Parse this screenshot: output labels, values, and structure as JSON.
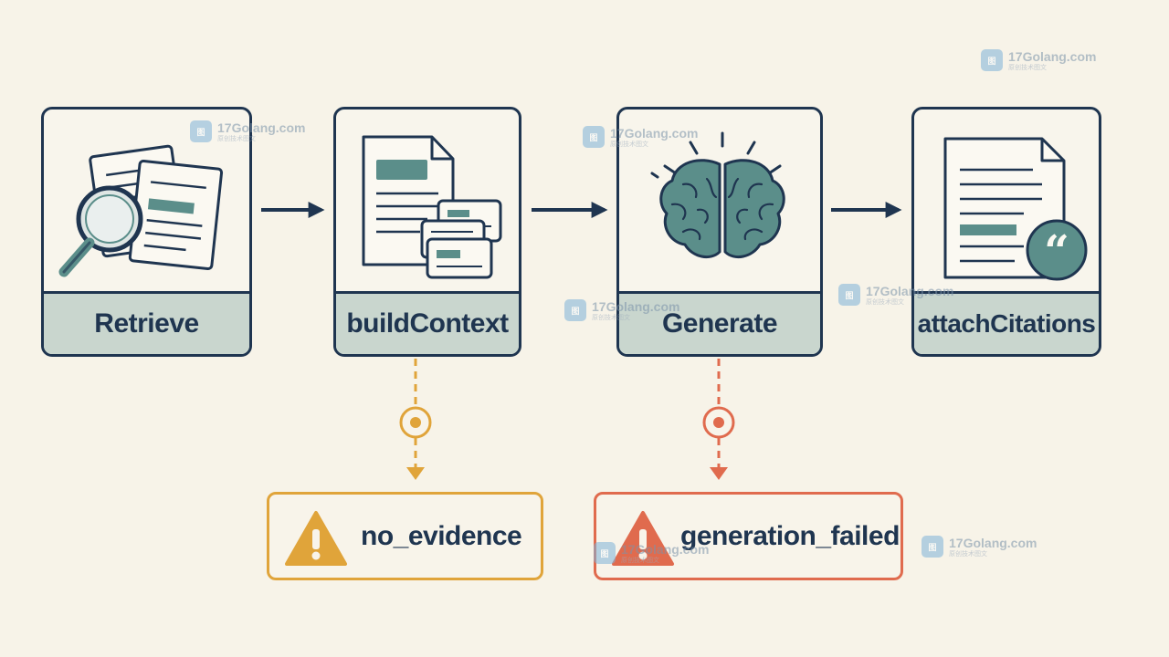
{
  "steps": [
    {
      "label": "Retrieve",
      "icon": "search-documents-icon"
    },
    {
      "label": "buildContext",
      "icon": "context-documents-icon"
    },
    {
      "label": "Generate",
      "icon": "brain-icon"
    },
    {
      "label": "attachCitations",
      "icon": "citation-document-icon"
    }
  ],
  "errors": [
    {
      "label": "no_evidence",
      "from_step": "buildContext",
      "color": "#e0a43a",
      "icon": "warning-icon"
    },
    {
      "label": "generation_failed",
      "from_step": "Generate",
      "color": "#e06b4e",
      "icon": "warning-icon"
    }
  ],
  "watermark": {
    "text": "17Golang.com",
    "subtext": "原创技术图文"
  },
  "colors": {
    "outline": "#1f3550",
    "label_bar": "#c9d6ce",
    "accent_teal": "#5b8e8a",
    "warning_yellow": "#e0a43a",
    "warning_red": "#e06b4e",
    "background": "#f7f3e8"
  }
}
